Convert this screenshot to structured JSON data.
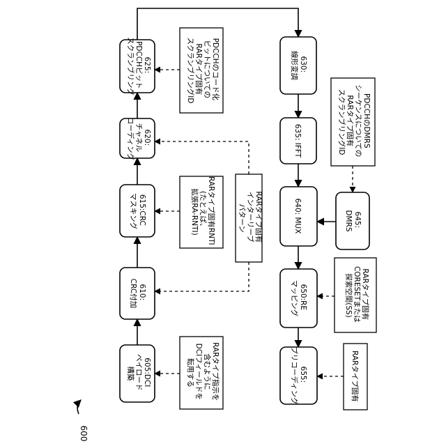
{
  "figure_number": "600",
  "blocks": {
    "b605": {
      "ref": "605",
      "lines": [
        "605:DCI",
        "ペイロード",
        "構築"
      ]
    },
    "b610": {
      "ref": "610",
      "lines": [
        "610:",
        "CRC付加"
      ]
    },
    "b615": {
      "ref": "615",
      "lines": [
        "615:CRC",
        "マスキング"
      ]
    },
    "b620": {
      "ref": "620",
      "lines": [
        "620:",
        "チャネル",
        "コーディング"
      ]
    },
    "b625": {
      "ref": "625",
      "lines": [
        "625:",
        "PDCCHビット",
        "スクランブリング"
      ]
    },
    "b630": {
      "ref": "630",
      "lines": [
        "630:",
        "線形変調"
      ]
    },
    "b635": {
      "ref": "635",
      "lines": [
        "635: IFFT"
      ]
    },
    "b640": {
      "ref": "640",
      "lines": [
        "640: MUX"
      ]
    },
    "b645": {
      "ref": "645",
      "lines": [
        "645:",
        "DMRS"
      ]
    },
    "b650": {
      "ref": "650",
      "lines": [
        "650:RE",
        "マッピング"
      ]
    },
    "b655": {
      "ref": "655",
      "lines": [
        "655:",
        "プリコーディング"
      ]
    }
  },
  "notes": {
    "n_dci": [
      "RARタイプ指示を",
      "含むように",
      "DCIフィールドを",
      "転用する"
    ],
    "n_rnti": [
      "RARタイプ固有RNTI",
      "(たとえば、",
      "拡張RA-RNTI)"
    ],
    "n_interleave": [
      "RARタイプ固有",
      "インターリーブ",
      "パターン"
    ],
    "n_scramble": [
      "PDCCHのコード化",
      "ビットについての",
      "RARタイプ固有",
      "スクランブリングID"
    ],
    "n_dmrs": [
      "PDCCHのDMRS",
      "シーケンスについての",
      "RARタイプ固有",
      "スクランブリングID"
    ],
    "n_coreset": [
      "RARタイプ固有",
      "CORESETまたは",
      "探索空間(SS)"
    ],
    "n_rar": [
      "RARタイプ固有"
    ]
  }
}
